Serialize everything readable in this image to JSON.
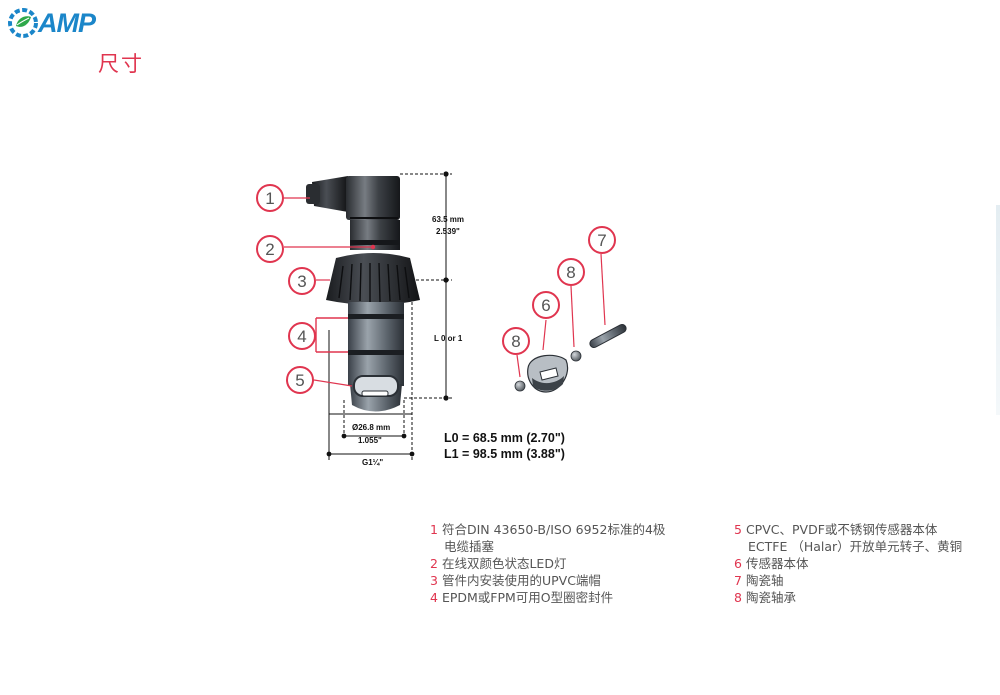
{
  "logo": {
    "text": "AMP",
    "icon": "gear-leaf-logo-icon",
    "color": "#1b86c9"
  },
  "section_title": "尺寸",
  "diagram": {
    "callouts": [
      "1",
      "2",
      "3",
      "4",
      "5",
      "6",
      "7",
      "8",
      "8"
    ],
    "dim_top_mm": "63.5 mm",
    "dim_top_in": "2.539\"",
    "dim_length": "L 0 or 1",
    "dim_dia_mm": "Ø26.8 mm",
    "dim_dia_in": "1.055\"",
    "dim_thread": "G1¼\""
  },
  "lengths": [
    "L0 = 68.5 mm (2.70\")",
    "L1 = 98.5 mm (3.88\")"
  ],
  "legend_left": [
    {
      "num": "1",
      "text": "符合DIN 43650-B/ISO 6952标准的4极",
      "cont": "电缆插塞"
    },
    {
      "num": "2",
      "text": "在线双颜色状态LED灯"
    },
    {
      "num": "3",
      "text": "管件内安装使用的UPVC端帽"
    },
    {
      "num": "4",
      "text": "EPDM或FPM可用O型圈密封件"
    }
  ],
  "legend_right": [
    {
      "num": "5",
      "text": "CPVC、PVDF或不锈钢传感器本体",
      "cont": "ECTFE （Halar）开放单元转子、黄铜"
    },
    {
      "num": "6",
      "text": "传感器本体"
    },
    {
      "num": "7",
      "text": "陶瓷轴"
    },
    {
      "num": "8",
      "text": "陶瓷轴承"
    }
  ],
  "colors": {
    "accent": "#e0354f",
    "brand": "#1b86c9",
    "text": "#555555"
  }
}
